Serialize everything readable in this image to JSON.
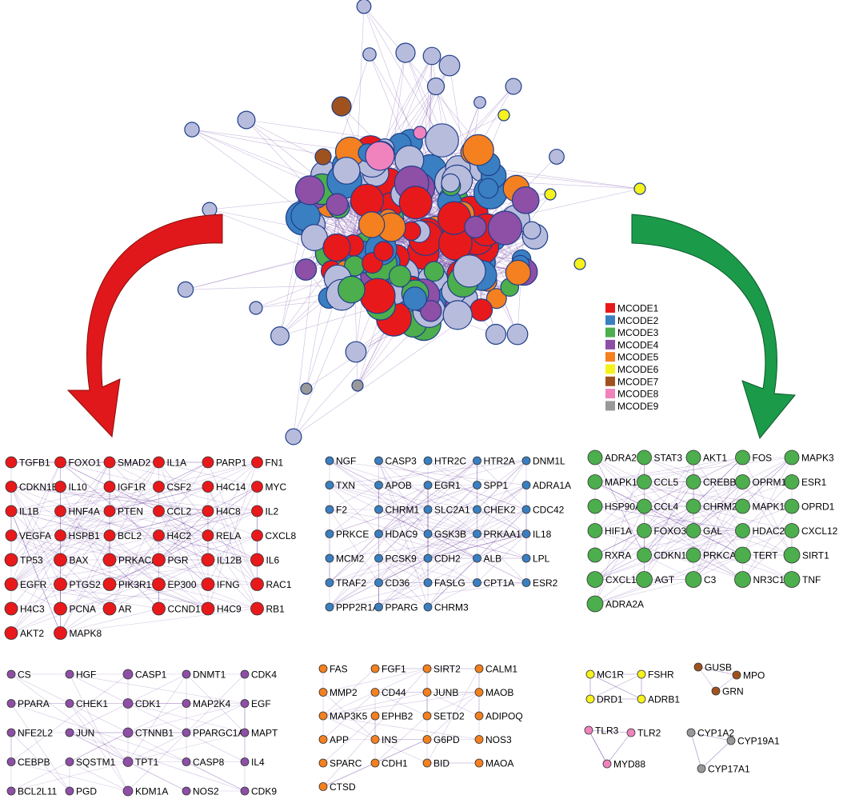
{
  "legend": [
    {
      "label": "MCODE1",
      "color": "#e8191b"
    },
    {
      "label": "MCODE2",
      "color": "#3a7fc1"
    },
    {
      "label": "MCODE3",
      "color": "#4cae4c"
    },
    {
      "label": "MCODE4",
      "color": "#8e4fa6"
    },
    {
      "label": "MCODE5",
      "color": "#f4801f"
    },
    {
      "label": "MCODE6",
      "color": "#f6f21b"
    },
    {
      "label": "MCODE7",
      "color": "#a0521e"
    },
    {
      "label": "MCODE8",
      "color": "#f083bd"
    },
    {
      "label": "MCODE9",
      "color": "#999999"
    }
  ],
  "colors": {
    "network_other": "#b8bcdc",
    "edge": "#6a3fa0",
    "node_stroke": "#1f3f8a",
    "arrow_left": "#e0181b",
    "arrow_right": "#1b9a4a"
  },
  "clusters": [
    {
      "name": "MCODE1",
      "color": "#e8191b",
      "rows": [
        [
          "TGFB1",
          "FOXO1",
          "SMAD2",
          "IL1A",
          "PARP1",
          "FN1"
        ],
        [
          "CDKN1B",
          "IL10",
          "IGF1R",
          "CSF2",
          "H4C14",
          "MYC"
        ],
        [
          "IL1B",
          "HNF4A",
          "PTEN",
          "CCL2",
          "H4C8",
          "IL2"
        ],
        [
          "VEGFA",
          "HSPB1",
          "BCL2",
          "H4C2",
          "RELA",
          "CXCL8"
        ],
        [
          "TP53",
          "BAX",
          "PRKACA",
          "PGR",
          "IL12B",
          "IL6"
        ],
        [
          "EGFR",
          "PTGS2",
          "PIK3R1",
          "EP300",
          "IFNG",
          "RAC1"
        ],
        [
          "H4C3",
          "PCNA",
          "AR",
          "CCND1",
          "H4C9",
          "RB1"
        ],
        [
          "AKT2",
          "MAPK8"
        ]
      ]
    },
    {
      "name": "MCODE2",
      "color": "#3a7fc1",
      "rows": [
        [
          "NGF",
          "CASP3",
          "HTR2C",
          "HTR2A",
          "DNM1L"
        ],
        [
          "TXN",
          "APOB",
          "EGR1",
          "SPP1",
          "ADRA1A"
        ],
        [
          "F2",
          "CHRM1",
          "SLC2A1",
          "CHEK2",
          "CDC42"
        ],
        [
          "PRKCE",
          "HDAC9",
          "GSK3B",
          "PRKAA1",
          "IL18"
        ],
        [
          "MCM2",
          "PCSK9",
          "CDH2",
          "ALB",
          "LPL"
        ],
        [
          "TRAF2",
          "CD36",
          "FASLG",
          "CPT1A",
          "ESR2"
        ],
        [
          "PPP2R1A",
          "PPARG",
          "CHRM3"
        ]
      ]
    },
    {
      "name": "MCODE3",
      "color": "#4cae4c",
      "rows": [
        [
          "ADRA2B",
          "STAT3",
          "AKT1",
          "FOS",
          "MAPK3"
        ],
        [
          "MAPK14",
          "CCL5",
          "CREBBP",
          "OPRM1",
          "ESR1"
        ],
        [
          "HSP90AA1",
          "CCL4",
          "CHRM2",
          "MAPK1",
          "OPRD1"
        ],
        [
          "HIF1A",
          "FOXO3",
          "GAL",
          "HDAC2",
          "CXCL12"
        ],
        [
          "RXRA",
          "CDKN1A",
          "PRKCA",
          "TERT",
          "SIRT1"
        ],
        [
          "CXCL1",
          "AGT",
          "C3",
          "NR3C1",
          "TNF"
        ],
        [
          "ADRA2A"
        ]
      ]
    },
    {
      "name": "MCODE4",
      "color": "#8e4fa6",
      "rows": [
        [
          "CS",
          "HGF",
          "CASP1",
          "DNMT1",
          "CDK4"
        ],
        [
          "PPARA",
          "CHEK1",
          "CDK1",
          "MAP2K4",
          "EGF"
        ],
        [
          "NFE2L2",
          "JUN",
          "CTNNB1",
          "PPARGC1A",
          "MAPT"
        ],
        [
          "CEBPB",
          "SQSTM1",
          "TPT1",
          "CASP8",
          "IL4"
        ],
        [
          "BCL2L11",
          "PGD",
          "KDM1A",
          "NOS2",
          "CDK9"
        ]
      ]
    },
    {
      "name": "MCODE5",
      "color": "#f4801f",
      "rows": [
        [
          "FAS",
          "FGF1",
          "SIRT2",
          "CALM1"
        ],
        [
          "MMP2",
          "CD44",
          "JUNB",
          "MAOB"
        ],
        [
          "MAP3K5",
          "EPHB2",
          "SETD2",
          "ADIPOQ"
        ],
        [
          "APP",
          "INS",
          "G6PD",
          "NOS3"
        ],
        [
          "SPARC",
          "CDH1",
          "BID",
          "MAOA"
        ],
        [
          "CTSD"
        ]
      ]
    },
    {
      "name": "MCODE6",
      "color": "#f6f21b",
      "rows": [
        [
          "MC1R",
          "FSHR"
        ],
        [
          "DRD1",
          "ADRB1"
        ]
      ]
    },
    {
      "name": "MCODE7",
      "color": "#a0521e",
      "rows": [
        [
          "GUSB",
          "MPO"
        ],
        [
          "GRN"
        ]
      ]
    },
    {
      "name": "MCODE8",
      "color": "#f083bd",
      "rows": [
        [
          "TLR3",
          "TLR2"
        ],
        [
          "MYD88"
        ]
      ]
    },
    {
      "name": "MCODE9",
      "color": "#999999",
      "rows": [
        [
          "CYP1A2",
          "CYP19A1"
        ],
        [
          "CYP17A1"
        ]
      ]
    }
  ]
}
